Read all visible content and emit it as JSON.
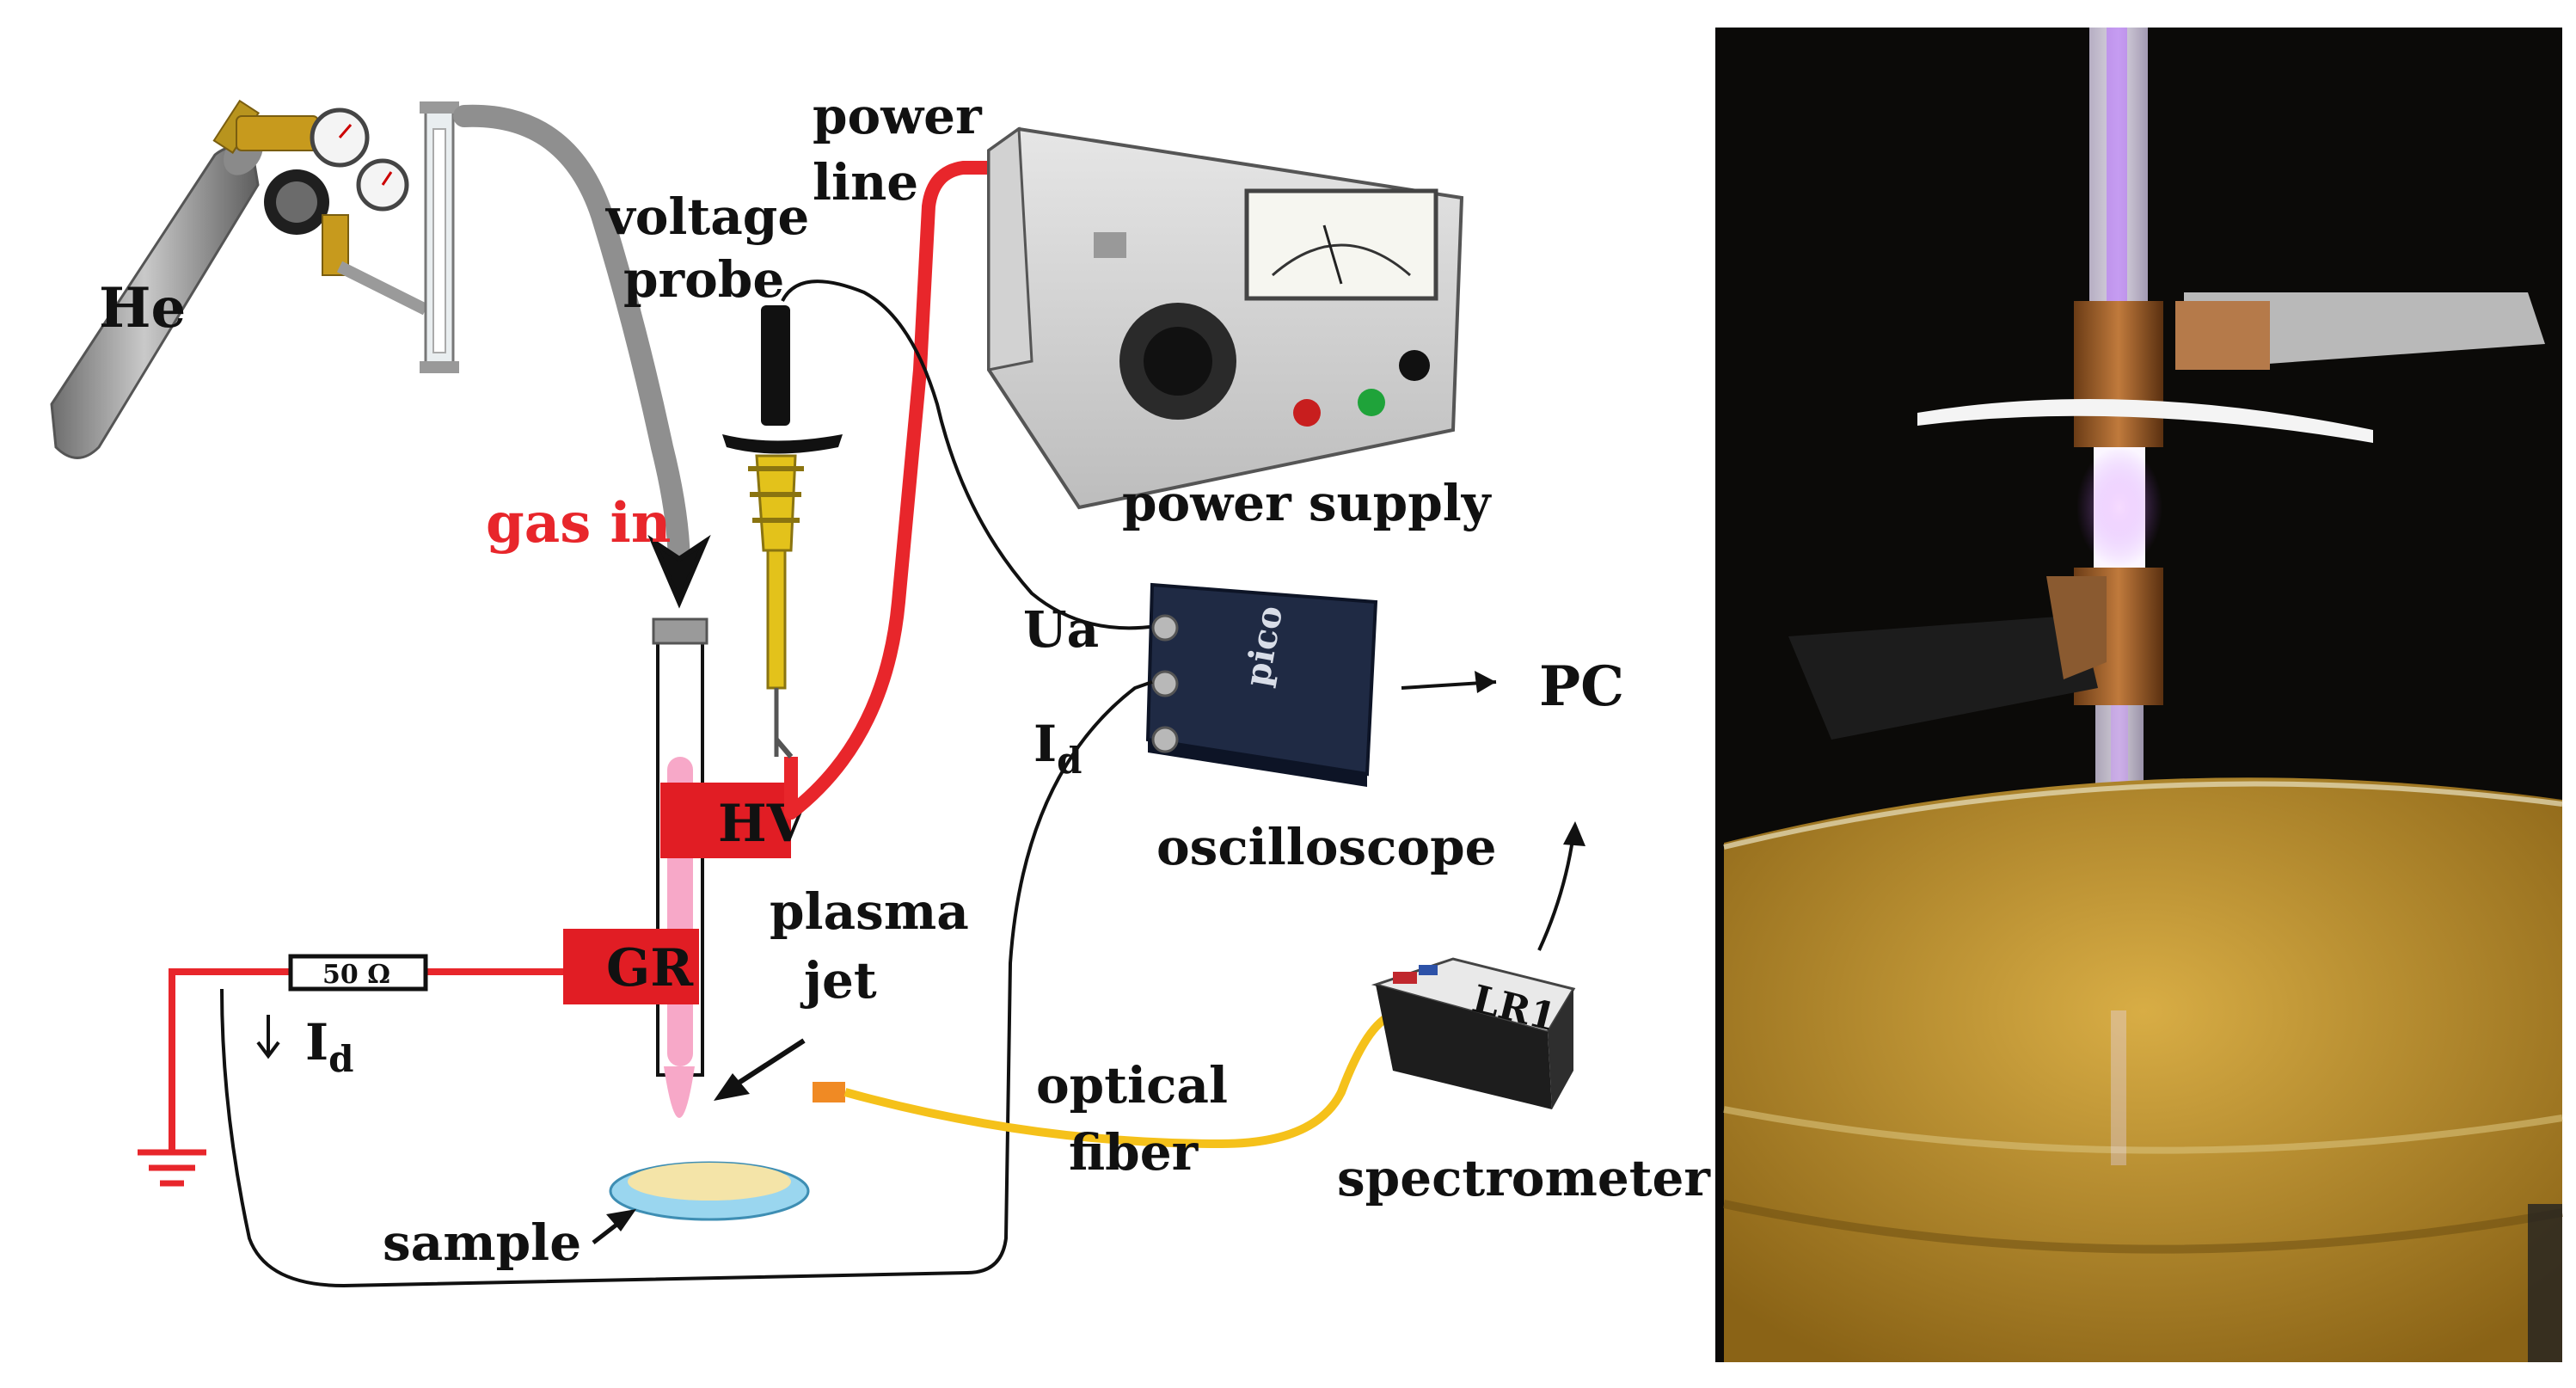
{
  "colors": {
    "wire_red": "#e8262b",
    "wire_black": "#111111",
    "gas_hose": "#8f8f8f",
    "fiber": "#f5c11a",
    "electrode_red": "#e11d24",
    "plasma_pink": "#f7a8c8",
    "oscilloscope": "#1f2a44",
    "photo_bg": "#0b0a08",
    "sample_liquid": "#c99a2e"
  },
  "labels": {
    "he": "He",
    "power_line_1": "power",
    "power_line_2": "line",
    "voltage_probe_1": "voltage",
    "voltage_probe_2": "probe",
    "power_supply": "power supply",
    "gas_in": "gas in",
    "ua": "Ua",
    "id_scope_main": "I",
    "id_scope_sub": "d",
    "pc": "PC",
    "hv": "HV",
    "gr": "GR",
    "oscilloscope": "oscilloscope",
    "plasma_jet_1": "plasma",
    "plasma_jet_2": "jet",
    "resistor": "50 Ω",
    "id_ground_main": "I",
    "id_ground_sub": "d",
    "optical_fiber_1": "optical",
    "optical_fiber_2": "fiber",
    "spectrometer": "spectrometer",
    "sample": "sample",
    "spectrometer_brand": "LR1",
    "oscilloscope_brand": "pico"
  },
  "icons": [
    "gas-cylinder-icon",
    "pressure-regulator-icon",
    "flowmeter-icon",
    "voltage-probe-icon",
    "power-supply-icon",
    "oscilloscope-icon",
    "spectrometer-icon",
    "petri-dish-icon",
    "ground-symbol-icon",
    "resistor-icon"
  ]
}
